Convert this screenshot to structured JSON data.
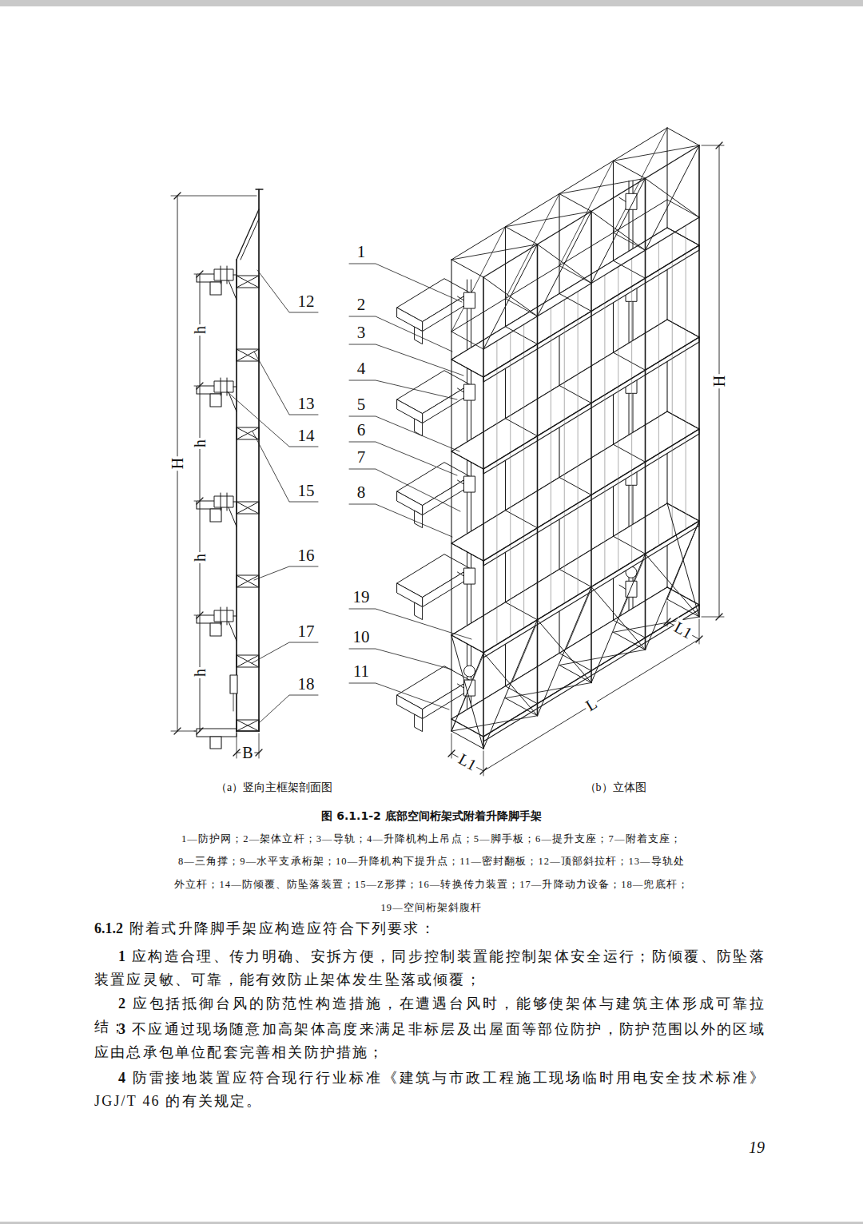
{
  "diagram": {
    "caption": "图 6.1.1-2 底部空间桁架式附着升降脚手架",
    "labels": [
      "12",
      "13",
      "14",
      "15",
      "16",
      "17",
      "18",
      "h",
      "h",
      "h",
      "h",
      "H",
      "B",
      "1",
      "2",
      "3",
      "4",
      "5",
      "6",
      "7",
      "8",
      "19",
      "10",
      "11",
      "H",
      "L",
      "L1",
      "L1",
      "（a）竖向主框架剖面图",
      "（b）立体图",
      "1—防护网；2—架体立杆；3—导轨；4—升降机构上吊点；5—脚手板；6—提升支座；7—附着支座；",
      "8—三角撑；9—水平支承桁架；10—升降机构下提升点；11—密封翻板；12—顶部斜拉杆；13—导轨处",
      "外立杆；14—防倾覆、防坠落装置；15—Z形撑；16—转换传力装置；17—升降动力设备；18—兜底杆；",
      "19—空间桁架斜腹杆",
      "6.1.2",
      "附着式升降脚手架应构造应符合下列要求：",
      "1",
      "应构造合理、传力明确、安拆方便，同步控制装置能控制架体安全运行；防倾覆、防坠落装置应灵敏、可靠，能有效防止架体发生坠落或倾覆；",
      "2",
      "应包括抵御台风的防范性构造措施，在遭遇台风时，能够使架体与建筑主体形成可靠拉结；",
      "3",
      "不应通过现场随意加高架体高度来满足非标层及出屋面等部位防护，防护范围以外的区域应由总承包单位配套完善相关防护措施；",
      "4",
      "防雷接地装置应符合现行行业标准《建筑与市政工程施工现场临时用电安全技术标准》JGJ/T 46 的有关规定。",
      "19"
    ]
  }
}
